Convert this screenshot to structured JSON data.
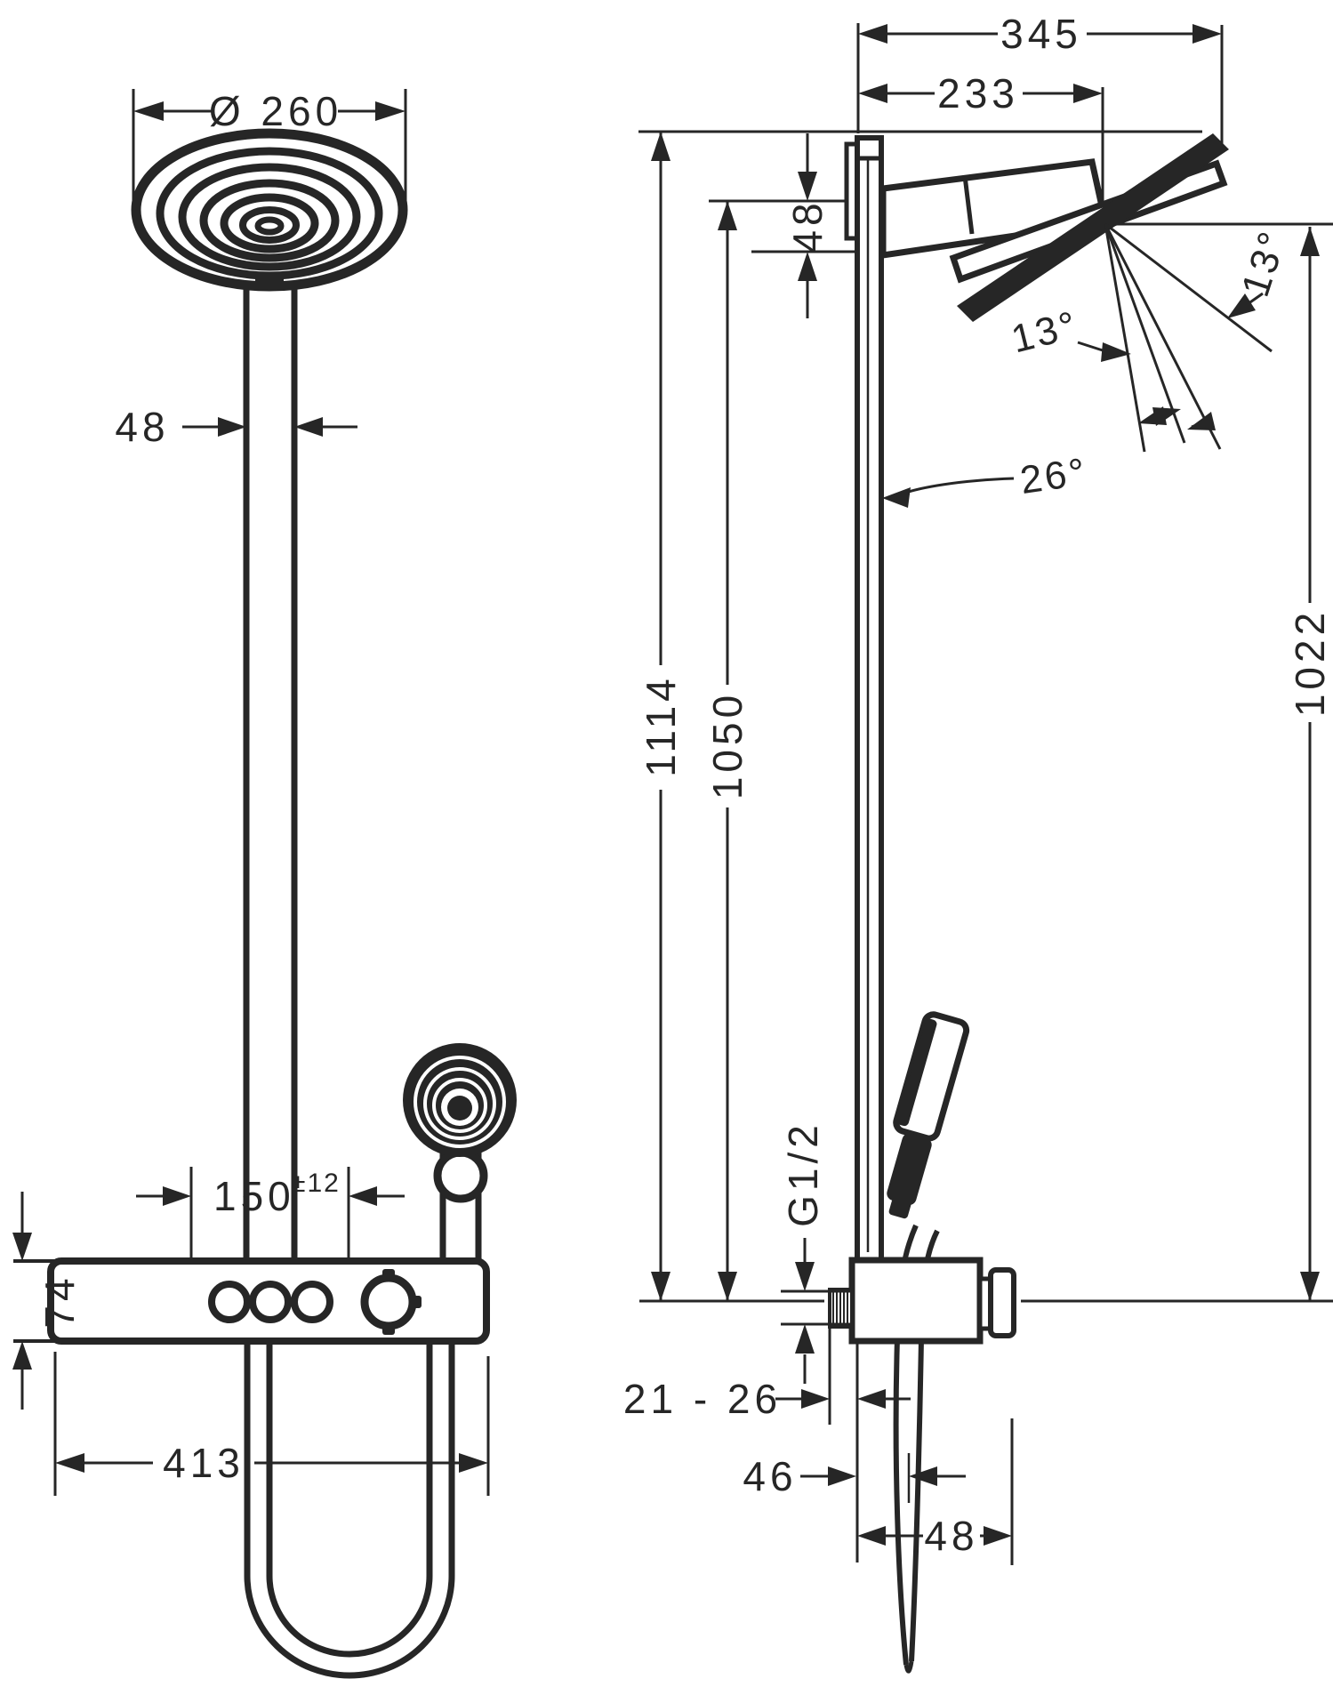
{
  "drawing": {
    "type": "technical-dimension-drawing",
    "views": [
      "front",
      "side"
    ],
    "units": "mm",
    "line_color": "#262626",
    "background_color": "#ffffff"
  },
  "front_view": {
    "head_diameter": "Ø 260",
    "pipe_width": "48",
    "bracket_span": "150",
    "bracket_span_tolerance": "±12",
    "mixer_height": "74",
    "mixer_width": "413"
  },
  "side_view": {
    "projection_total": "345",
    "projection_pivot": "233",
    "head_block_height": "48",
    "overall_height": "1114",
    "bar_height": "1050",
    "pivot_height": "1022",
    "tilt_step_left": "13°",
    "tilt_step_right": "13°",
    "tilt_range": "26°",
    "connection_thread": "G1/2",
    "wall_distance_range": "21 - 26",
    "outlet_offset": "46",
    "outlet_spacing": "48"
  }
}
